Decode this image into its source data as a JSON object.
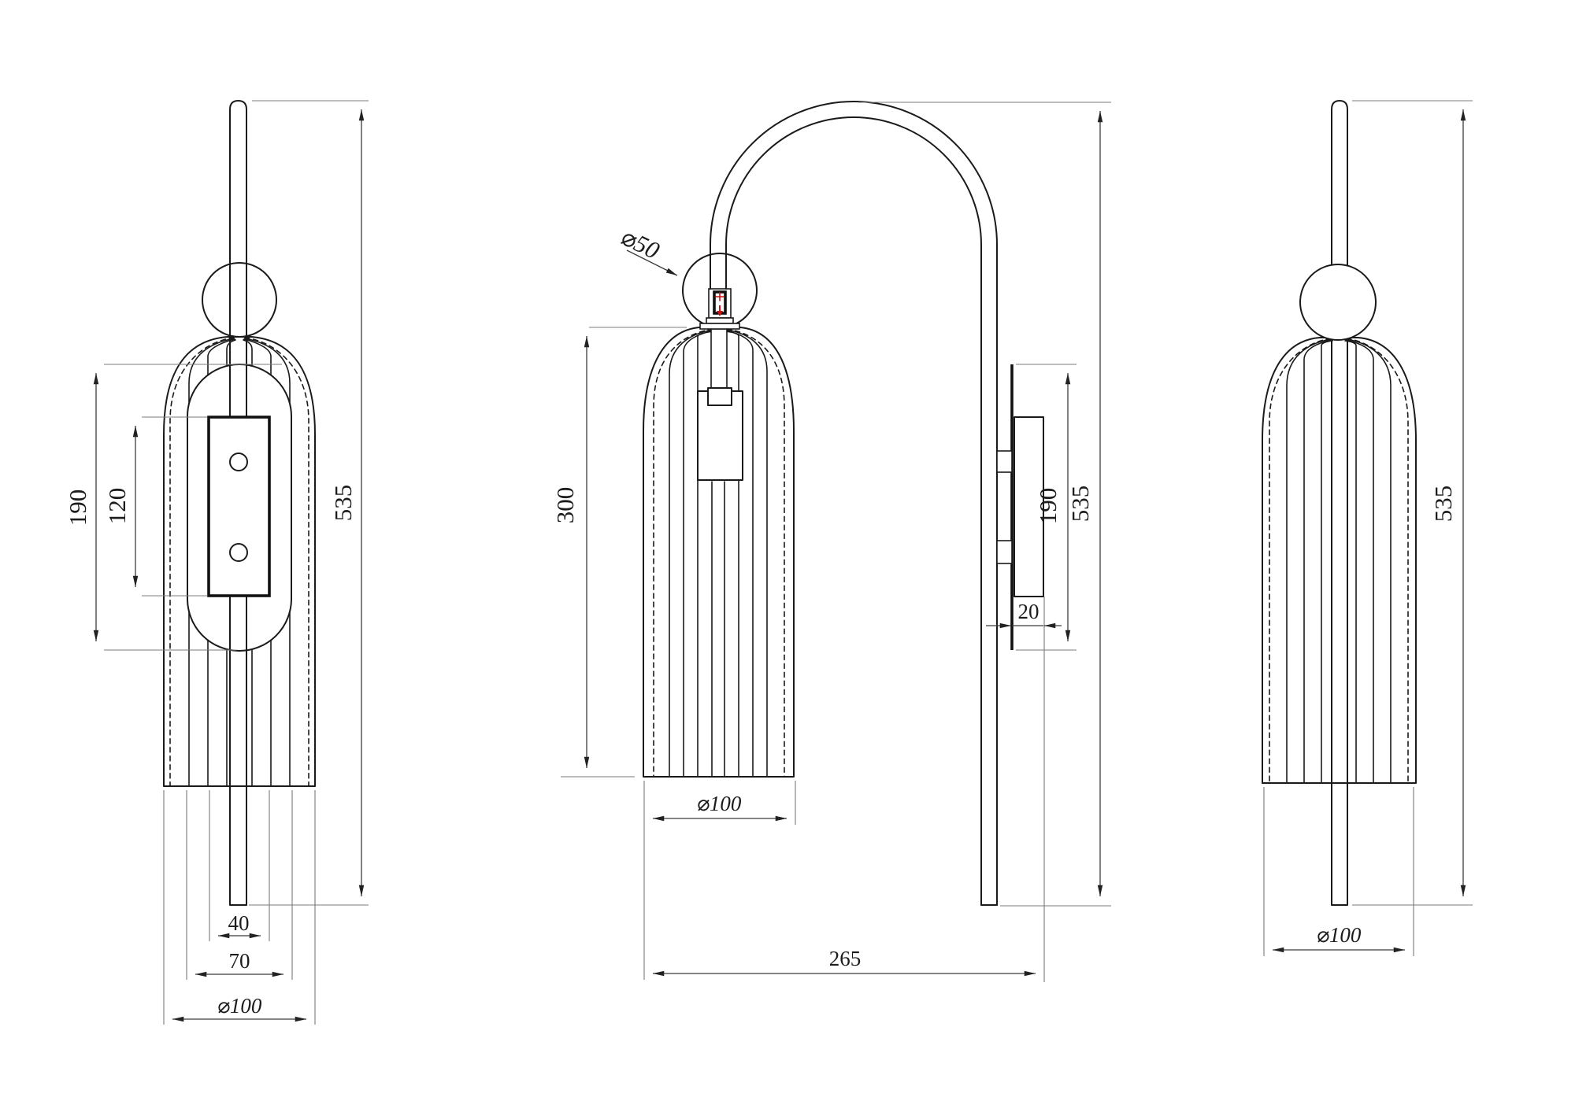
{
  "drawing": {
    "kind": "three-view dimensional line drawing of a ribbed wall sconce",
    "units_shown": "mm (unlabeled numerals)",
    "colors": {
      "background": "#ffffff",
      "object_line": "#1a1a1a",
      "dimension_line": "#3c3c3c",
      "extension_line": "#7b7b7b",
      "accent_red": "#cc1111"
    }
  },
  "views": {
    "front": {
      "dims": {
        "cage_height": "190",
        "plate_height": "120",
        "total_height": "535",
        "plate_width": "40",
        "cage_width": "70",
        "shade_diameter": "⌀100"
      }
    },
    "side": {
      "dims": {
        "ball_diameter": "⌀50",
        "shade_height": "300",
        "shade_diameter": "⌀100",
        "wall_offset": "265",
        "total_height": "535",
        "backplate_height": "190",
        "backplate_depth": "20"
      }
    },
    "back": {
      "dims": {
        "total_height": "535",
        "shade_diameter": "⌀100"
      }
    }
  }
}
